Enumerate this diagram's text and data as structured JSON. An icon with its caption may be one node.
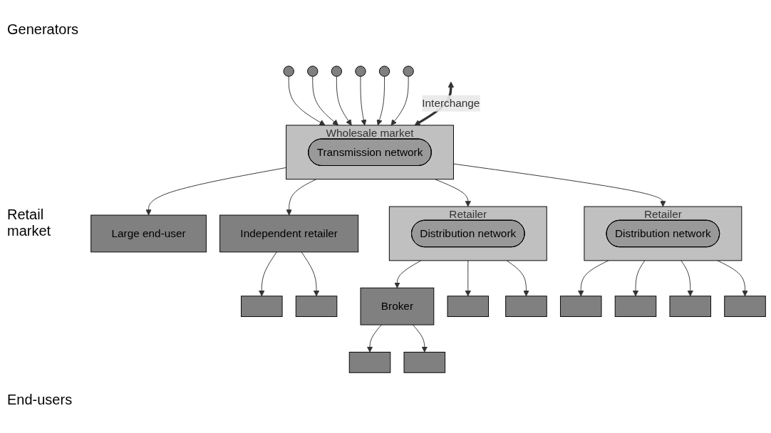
{
  "diagram": {
    "nodes": [
      {
        "text": [],
        "shape": "circle"
      },
      {
        "text": [],
        "shape": "circle"
      },
      {
        "text": [],
        "shape": "circle"
      },
      {
        "text": [],
        "shape": "circle"
      },
      {
        "text": [],
        "shape": "circle"
      },
      {
        "text": [],
        "shape": "circle"
      },
      {
        "text": [
          "Wholesale market"
        ]
      },
      {
        "text": [
          "Transmission network"
        ],
        "in": 6
      },
      {
        "text": [
          "Large end-user"
        ]
      },
      {
        "text": [
          "Independent retailer"
        ]
      },
      {
        "text": [
          "Retailer"
        ]
      },
      {
        "text": [
          "Distribution network"
        ],
        "in": 10
      },
      {
        "text": [
          "Retailer"
        ]
      },
      {
        "text": [
          "Distribution network"
        ],
        "in": 12
      },
      {
        "text": [
          "Broker"
        ]
      },
      {
        "text": [],
        "shape": "box"
      },
      {
        "text": [],
        "shape": "box"
      },
      {
        "text": [],
        "shape": "box"
      },
      {
        "text": [],
        "shape": "box"
      },
      {
        "text": [],
        "shape": "box"
      },
      {
        "text": [],
        "shape": "box"
      },
      {
        "text": [],
        "shape": "box"
      },
      {
        "text": [],
        "shape": "box"
      },
      {
        "text": [],
        "shape": "box"
      },
      {
        "text": [],
        "shape": "box"
      }
    ],
    "edges": [
      {
        "from": 0,
        "to": 6,
        "arrow": "to"
      },
      {
        "from": 1,
        "to": 6,
        "arrow": "to"
      },
      {
        "from": 2,
        "to": 6,
        "arrow": "to"
      },
      {
        "from": 3,
        "to": 6,
        "arrow": "to"
      },
      {
        "from": 4,
        "to": 6,
        "arrow": "to"
      },
      {
        "from": 5,
        "to": 6,
        "arrow": "to"
      },
      {
        "from": null,
        "to": 6,
        "arrow": "both",
        "label": "Interchange",
        "style": "thick"
      },
      {
        "from": 6,
        "to": 8,
        "arrow": "to"
      },
      {
        "from": 6,
        "to": 9,
        "arrow": "to"
      },
      {
        "from": 6,
        "to": 10,
        "arrow": "to"
      },
      {
        "from": 6,
        "to": 12,
        "arrow": "to"
      },
      {
        "from": 9,
        "to": 15,
        "arrow": "to"
      },
      {
        "from": 9,
        "to": 16,
        "arrow": "to"
      },
      {
        "from": 10,
        "to": 14,
        "arrow": "to"
      },
      {
        "from": 14,
        "to": 17,
        "arrow": "to"
      },
      {
        "from": 14,
        "to": 18,
        "arrow": "to"
      },
      {
        "from": 10,
        "to": 19,
        "arrow": "to"
      },
      {
        "from": 10,
        "to": 22,
        "arrow": "to"
      },
      {
        "from": 12,
        "to": 20,
        "arrow": "to"
      },
      {
        "from": 12,
        "to": 21,
        "arrow": "to"
      },
      {
        "from": 12,
        "to": 23,
        "arrow": "to"
      },
      {
        "from": 12,
        "to": 24,
        "arrow": "to"
      }
    ],
    "labels": [
      "Generators",
      "Retail market",
      "End-users"
    ]
  }
}
